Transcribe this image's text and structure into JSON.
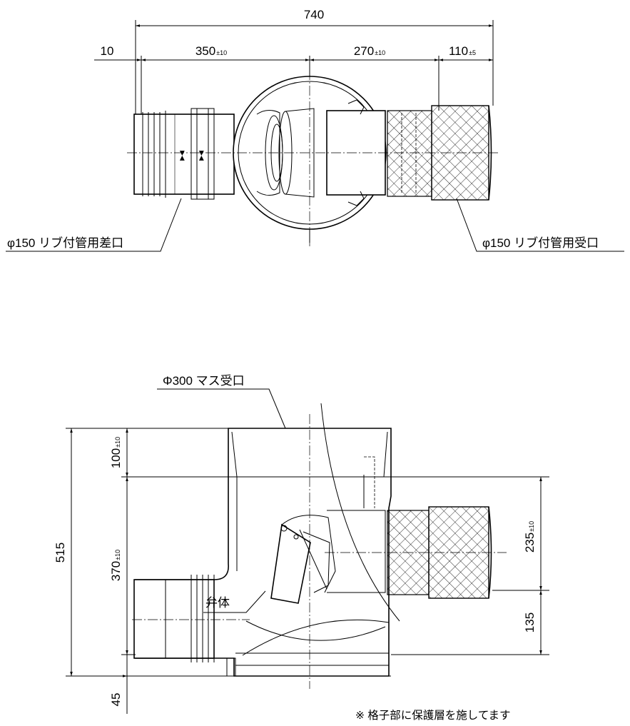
{
  "top_view": {
    "dim_total": "740",
    "dim_left_gap": "10",
    "dim_spigot": {
      "value": "350",
      "tol": "±10"
    },
    "dim_center_right": {
      "value": "270",
      "tol": "±10"
    },
    "dim_socket": {
      "value": "110",
      "tol": "±5"
    },
    "label_spigot": "φ150 リブ付管用差口",
    "label_socket": "φ150 リブ付管用受口"
  },
  "side_view": {
    "label_inlet": "Φ300 マス受口",
    "dim_height_total": "515",
    "dim_top": {
      "value": "100",
      "tol": "±10"
    },
    "dim_middle": {
      "value": "370",
      "tol": "±10"
    },
    "dim_bottom": "45",
    "dim_right_upper": {
      "value": "235",
      "tol": "±10"
    },
    "dim_right_lower": "135",
    "label_valve": "弁体"
  },
  "note": "※ 格子部に保護層を施してます"
}
